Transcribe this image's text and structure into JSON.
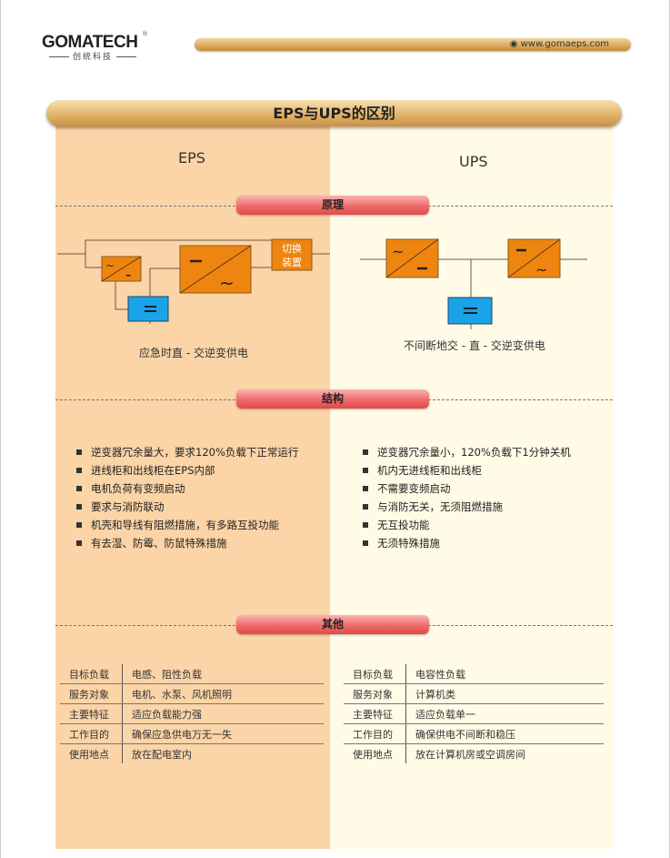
{
  "header": {
    "logo": "GOMATECH",
    "logo_sub": "创统科技",
    "registered": "®",
    "url": "www.gomaeps.com"
  },
  "title": "EPS与UPS的区别",
  "columns": {
    "left": "EPS",
    "right": "UPS"
  },
  "sections": {
    "principle": "原理",
    "structure": "结构",
    "other": "其他"
  },
  "diagram": {
    "eps_switch_line1": "切换",
    "eps_switch_line2": "装置",
    "eps_caption": "应急时直 - 交逆变供电",
    "ups_caption": "不间断地交 - 直 - 交逆变供电"
  },
  "eps_features": [
    "逆变器冗余量大，要求120%负载下正常运行",
    "进线柜和出线柜在EPS内部",
    "电机负荷有变频启动",
    "要求与消防联动",
    "机壳和导线有阻燃措施，有多路互投功能",
    "有去湿、防霉、防鼠特殊措施"
  ],
  "ups_features": [
    "逆变器冗余量小，120%负载下1分钟关机",
    "机内无进线柜和出线柜",
    "不需要变频启动",
    "与消防无关，无须阻燃措施",
    "无互投功能",
    "无须特殊措施"
  ],
  "eps_table": [
    [
      "目标负载",
      "电感、阻性负载"
    ],
    [
      "服务对象",
      "电机、水泵、风机照明"
    ],
    [
      "主要特征",
      "适应负载能力强"
    ],
    [
      "工作目的",
      "确保应急供电万无一失"
    ],
    [
      "使用地点",
      "放在配电室内"
    ]
  ],
  "ups_table": [
    [
      "目标负载",
      "电容性负载"
    ],
    [
      "服务对象",
      "计算机类"
    ],
    [
      "主要特征",
      "适应负载单一"
    ],
    [
      "工作目的",
      "确保供电不间断和稳压"
    ],
    [
      "使用地点",
      "放在计算机房或空调房间"
    ]
  ],
  "colors": {
    "orange": "#ee8510",
    "blue": "#1aa3e6",
    "left_bg": "#fbd4a7",
    "right_bg": "#fffbe6"
  }
}
